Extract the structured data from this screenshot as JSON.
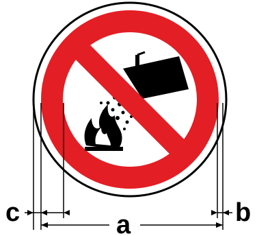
{
  "sign": {
    "name": "no-extinguishing-with-water-sign",
    "colors": {
      "ring": "#e31e24",
      "outline": "#000000",
      "field": "#ffffff",
      "pictogram": "#000000"
    }
  },
  "dimensions": {
    "a": "a",
    "b": "b",
    "c": "c"
  }
}
